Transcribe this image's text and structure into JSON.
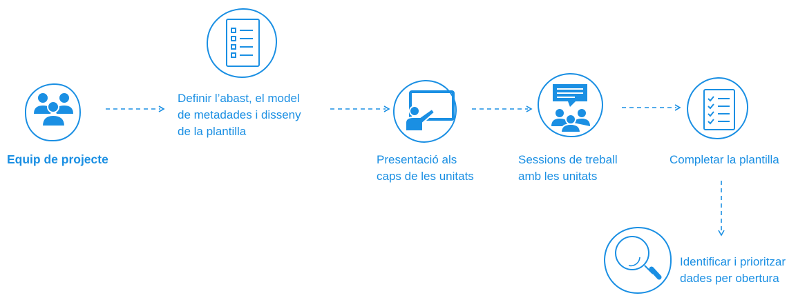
{
  "colors": {
    "primary": "#1a8fe3",
    "background": "#ffffff"
  },
  "steps": [
    {
      "id": "equip",
      "icon": "team-icon",
      "lines": [
        "Equip de projecte"
      ]
    },
    {
      "id": "definir",
      "icon": "document-list-icon",
      "lines": [
        "Definir l’abast, el model",
        "de metadades i disseny",
        "de la plantilla"
      ]
    },
    {
      "id": "presentacio",
      "icon": "presentation-icon",
      "lines": [
        "Presentació als",
        "caps de les unitats"
      ]
    },
    {
      "id": "sessions",
      "icon": "meeting-icon",
      "lines": [
        "Sessions de treball",
        "amb les unitats"
      ]
    },
    {
      "id": "completar",
      "icon": "checklist-icon",
      "lines": [
        "Completar la plantilla"
      ]
    },
    {
      "id": "identificar",
      "icon": "magnifier-icon",
      "lines": [
        "Identificar i prioritzar",
        "dades per obertura"
      ]
    }
  ]
}
